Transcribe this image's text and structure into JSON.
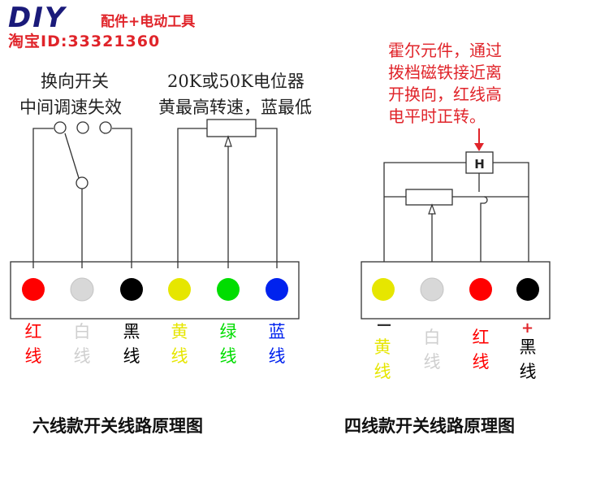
{
  "header": {
    "logo": "DIY",
    "subtitle": "配件+电动工具",
    "shop_id": "淘宝ID:33321360"
  },
  "six_wire": {
    "switch_label_1": "换向开关",
    "switch_label_2": "中间调速失效",
    "pot_label_1": "20K或50K电位器",
    "pot_label_2": "黄最高转速，蓝最低",
    "wires": [
      {
        "label": "红线",
        "color": "#ff0000"
      },
      {
        "label": "白线",
        "color": "#d8d8d8"
      },
      {
        "label": "黑线",
        "color": "#000000"
      },
      {
        "label": "黄线",
        "color": "#e6e600"
      },
      {
        "label": "绿线",
        "color": "#00dd00"
      },
      {
        "label": "蓝线",
        "color": "#0022ee"
      }
    ],
    "caption": "六线款开关线路原理图"
  },
  "four_wire": {
    "hall_note": [
      "霍尔元件，通过",
      "拨档磁铁接近离",
      "开换向，红线高",
      "电平时正转。"
    ],
    "hall_symbol": "H",
    "wires": [
      {
        "label": "黄线",
        "color": "#e6e600"
      },
      {
        "label": "白线",
        "color": "#d8d8d8"
      },
      {
        "label": "红线",
        "color": "#ff0000"
      },
      {
        "label": "黑线",
        "color": "#000000"
      }
    ],
    "minus_sign": "—",
    "plus_sign": "+",
    "caption": "四线款开关线路原理图"
  }
}
